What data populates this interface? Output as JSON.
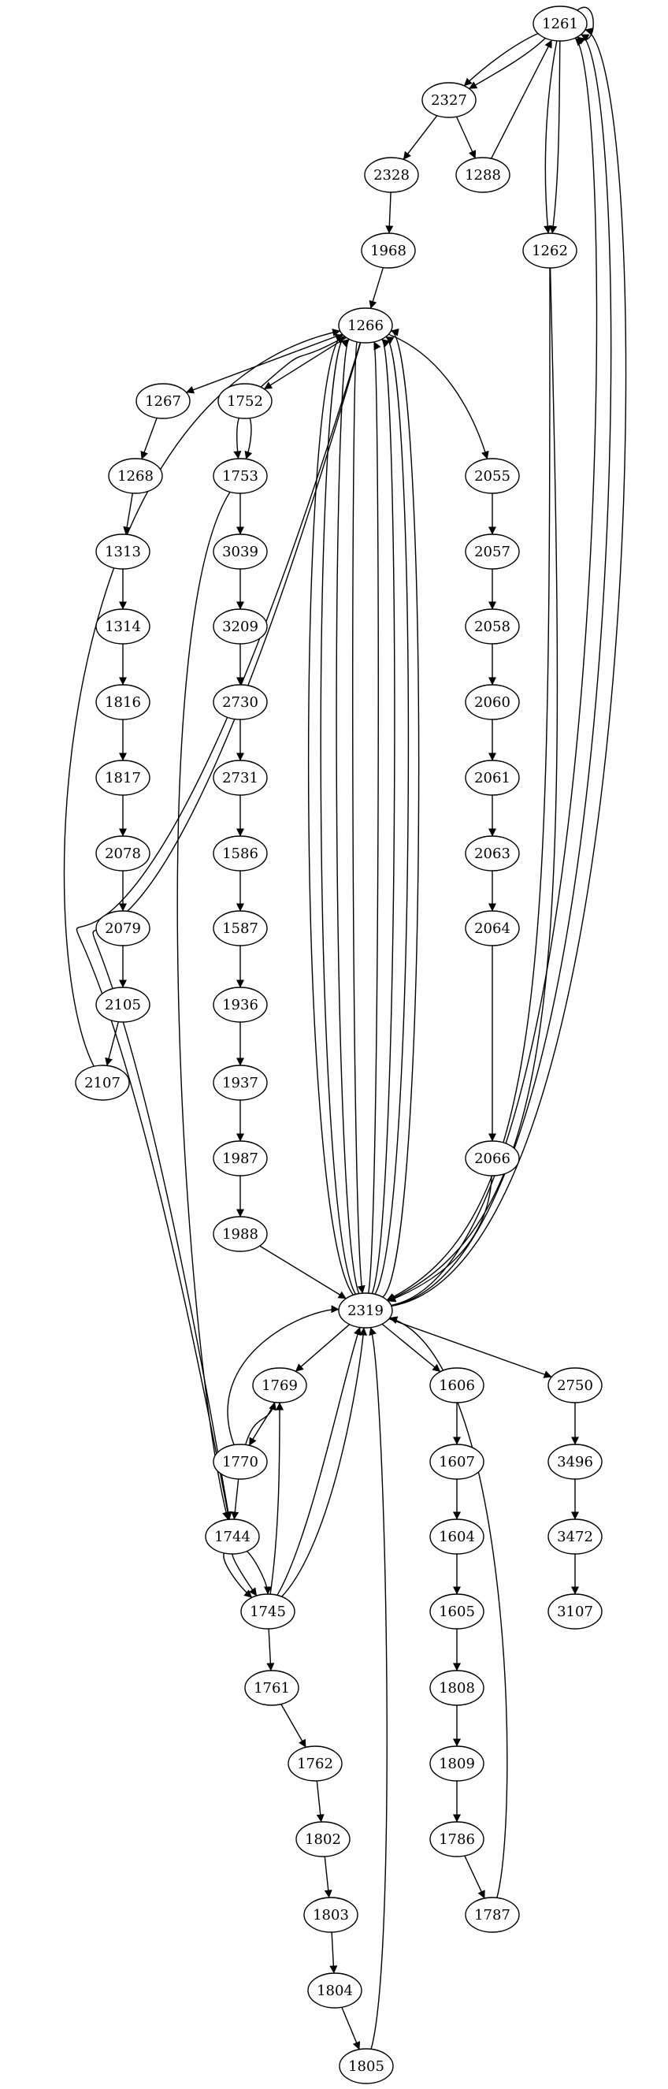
{
  "graph": {
    "nodes": [
      "1261",
      "2327",
      "2328",
      "1288",
      "1262",
      "1968",
      "1266",
      "1267",
      "1752",
      "2055",
      "1268",
      "1753",
      "2057",
      "1313",
      "3039",
      "2058",
      "1314",
      "3209",
      "2060",
      "1816",
      "2730",
      "2061",
      "1817",
      "2731",
      "2063",
      "2078",
      "1586",
      "2064",
      "2079",
      "1587",
      "2105",
      "1936",
      "2107",
      "1937",
      "1987",
      "2066",
      "1988",
      "2319",
      "1769",
      "1606",
      "2750",
      "1770",
      "1607",
      "3496",
      "1744",
      "1604",
      "3472",
      "1745",
      "1605",
      "3107",
      "1761",
      "1808",
      "1762",
      "1809",
      "1802",
      "1786",
      "1803",
      "1787",
      "1804",
      "1805"
    ],
    "edges": [
      [
        "1261",
        "1261"
      ],
      [
        "1261",
        "2327"
      ],
      [
        "1261",
        "2327"
      ],
      [
        "1261",
        "1262"
      ],
      [
        "1261",
        "1262"
      ],
      [
        "2327",
        "2328"
      ],
      [
        "2327",
        "1288"
      ],
      [
        "1288",
        "1261"
      ],
      [
        "2328",
        "1968"
      ],
      [
        "1968",
        "1266"
      ],
      [
        "1262",
        "2319"
      ],
      [
        "1262",
        "2319"
      ],
      [
        "1266",
        "1267"
      ],
      [
        "1266",
        "1752"
      ],
      [
        "1752",
        "1266"
      ],
      [
        "1266",
        "2055"
      ],
      [
        "1752",
        "1753"
      ],
      [
        "1752",
        "1753"
      ],
      [
        "1267",
        "1268"
      ],
      [
        "1268",
        "1313"
      ],
      [
        "1313",
        "1314"
      ],
      [
        "1314",
        "1816"
      ],
      [
        "1816",
        "1817"
      ],
      [
        "1817",
        "2078"
      ],
      [
        "2078",
        "2079"
      ],
      [
        "2079",
        "2105"
      ],
      [
        "2105",
        "2107"
      ],
      [
        "2107",
        "1266"
      ],
      [
        "1753",
        "3039"
      ],
      [
        "3039",
        "3209"
      ],
      [
        "3209",
        "2730"
      ],
      [
        "2730",
        "2731"
      ],
      [
        "2731",
        "1586"
      ],
      [
        "1586",
        "1587"
      ],
      [
        "1587",
        "1936"
      ],
      [
        "1936",
        "1937"
      ],
      [
        "1937",
        "1987"
      ],
      [
        "1987",
        "1988"
      ],
      [
        "1988",
        "2319"
      ],
      [
        "1753",
        "1744"
      ],
      [
        "2055",
        "2057"
      ],
      [
        "2057",
        "2058"
      ],
      [
        "2058",
        "2060"
      ],
      [
        "2060",
        "2061"
      ],
      [
        "2061",
        "2063"
      ],
      [
        "2063",
        "2064"
      ],
      [
        "2064",
        "2066"
      ],
      [
        "2066",
        "2319"
      ],
      [
        "2319",
        "1266"
      ],
      [
        "2319",
        "1266"
      ],
      [
        "2319",
        "1266"
      ],
      [
        "1266",
        "2319"
      ],
      [
        "2319",
        "1266"
      ],
      [
        "2319",
        "1266"
      ],
      [
        "2319",
        "1266"
      ],
      [
        "2319",
        "1266"
      ],
      [
        "2319",
        "1261"
      ],
      [
        "2319",
        "1261"
      ],
      [
        "2319",
        "1261"
      ],
      [
        "2319",
        "1769"
      ],
      [
        "2319",
        "1606"
      ],
      [
        "2319",
        "2750"
      ],
      [
        "1769",
        "1770"
      ],
      [
        "1770",
        "1769"
      ],
      [
        "1770",
        "2319"
      ],
      [
        "1770",
        "1744"
      ],
      [
        "1266",
        "1744"
      ],
      [
        "1266",
        "1744"
      ],
      [
        "1744",
        "1745"
      ],
      [
        "1744",
        "1745"
      ],
      [
        "1744",
        "1745"
      ],
      [
        "1745",
        "1769"
      ],
      [
        "1745",
        "2319"
      ],
      [
        "1745",
        "2319"
      ],
      [
        "1606",
        "1607"
      ],
      [
        "1607",
        "1604"
      ],
      [
        "1604",
        "1605"
      ],
      [
        "1605",
        "1808"
      ],
      [
        "1808",
        "1809"
      ],
      [
        "1809",
        "1786"
      ],
      [
        "1786",
        "1787"
      ],
      [
        "1787",
        "2319"
      ],
      [
        "2750",
        "3496"
      ],
      [
        "3496",
        "3472"
      ],
      [
        "3472",
        "3107"
      ],
      [
        "1745",
        "1761"
      ],
      [
        "1761",
        "1762"
      ],
      [
        "1762",
        "1802"
      ],
      [
        "1802",
        "1803"
      ],
      [
        "1803",
        "1804"
      ],
      [
        "1804",
        "1805"
      ],
      [
        "1805",
        "2319"
      ]
    ]
  }
}
